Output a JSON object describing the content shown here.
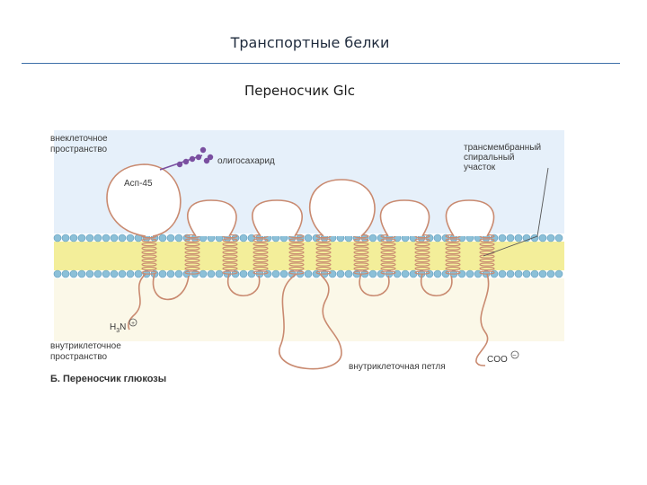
{
  "slide": {
    "title": "Транспортные белки",
    "subtitle": "Переносчик Glc"
  },
  "diagram": {
    "labels": {
      "extracellular_line1": "внеклеточное",
      "extracellular_line2": "пространство",
      "oligosaccharide": "олигосахарид",
      "asn45": "Асп-45",
      "tm_line1": "трансмембранный",
      "tm_line2": "спиральный",
      "tm_line3": "участок",
      "n_terminus": "H",
      "n_terminus_sub": "3",
      "n_terminus_after": "N",
      "intracellular_line1": "внутриклеточное",
      "intracellular_line2": "пространство",
      "intracellular_loop": "внутриклеточная петля",
      "c_terminus": "COO",
      "caption": "Б. Переносчик глюкозы"
    },
    "colors": {
      "lipid_head": "#8cc0d8",
      "lipid_tail": "#f3ee9a",
      "extracellular_bg": "#e6f0fa",
      "intracellular_bg": "#fbf8e8",
      "protein_line": "#c98a70",
      "oligosaccharide": "#7a4fa0"
    }
  }
}
